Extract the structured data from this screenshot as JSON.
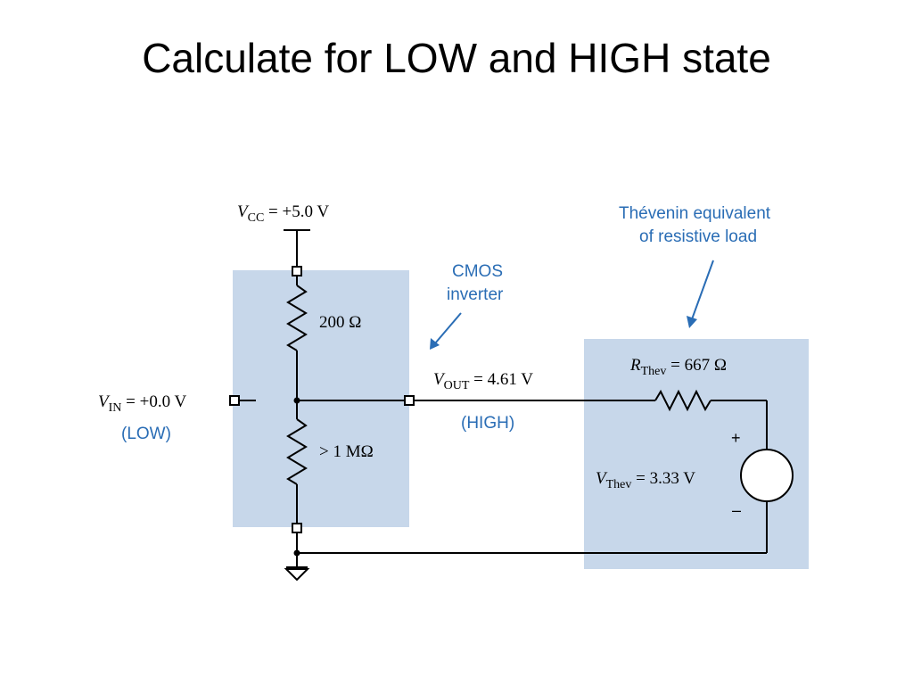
{
  "slide": {
    "title": "Calculate for LOW and HIGH state"
  },
  "colors": {
    "shade_fill": "#c7d7ea",
    "wire": "#000000",
    "annotation": "#2a6db5"
  },
  "diagram": {
    "vcc": {
      "symbol": "V",
      "subscript": "CC",
      "value": " = +5.0 V"
    },
    "r_top": {
      "label": "200 Ω"
    },
    "r_bottom": {
      "label": "> 1 MΩ"
    },
    "vin": {
      "symbol": "V",
      "subscript": "IN",
      "value": " = +0.0 V",
      "state": "(LOW)"
    },
    "vout": {
      "symbol": "V",
      "subscript": "OUT",
      "value": " = 4.61 V",
      "state": "(HIGH)"
    },
    "cmos_annotation": {
      "line1": "CMOS",
      "line2": "inverter"
    },
    "thevenin_annotation": {
      "line1": "Thévenin equivalent",
      "line2": "of resistive load"
    },
    "r_thev": {
      "symbol": "R",
      "subscript": "Thev",
      "value": " = 667 Ω"
    },
    "v_thev": {
      "symbol": "V",
      "subscript": "Thev",
      "value": " = 3.33 V"
    },
    "source_plus": "+",
    "source_minus": "–"
  }
}
